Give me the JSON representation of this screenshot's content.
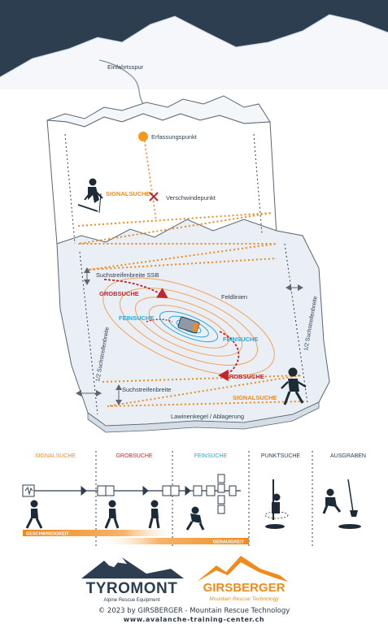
{
  "diagram": {
    "labels": {
      "entry_track": "Einfahrtsspur",
      "detection_point": "Erfassungspunkt",
      "signal_search_top": "SIGNALSUCHE",
      "vanish_point": "Verschwindepunkt",
      "search_strip_width_ssb": "Suchstreifenbreite  SSB",
      "coarse_search_left": "GROBSUCHE",
      "field_lines": "Feldlinien",
      "fine_search_left": "FEINSUCHE",
      "fine_search_right": "FEINSUCHE",
      "coarse_search_right": "GROBSUCHE",
      "half_strip_left": "1/2 Suchstreifenbreite",
      "half_strip_right": "1/2 Suchstreifenbreite",
      "strip_width": "Suchstreifenbreite",
      "signal_search_bottom": "SIGNALSUCHE",
      "avalanche_cone": "Lawinenkegel / Ablagerung"
    }
  },
  "phases": {
    "signal": "SIGNALSUCHE",
    "coarse": "GROBSUCHE",
    "fine": "FEINSUCHE",
    "point": "PUNKTSUCHE",
    "dig": "AUSGRABEN",
    "speed_label": "GESCHWINDIGKEIT",
    "accuracy_label": "GENAUIGKEIT"
  },
  "logos": {
    "tyromont_name": "TYROMONT",
    "tyromont_tagline": "Alpine Rescue Equipment",
    "girsberger_name": "GIRSBERGER",
    "girsberger_tagline": "Mountain Rescue Technology"
  },
  "footer": {
    "copyright": "© 2023 by GIRSBERGER - Mountain Rescue Technology",
    "url": "www.avalanche-training-center.ch"
  },
  "colors": {
    "dark_navy": "#2c3e50",
    "snow": "#eef2f6",
    "signal_orange": "#f08a1c",
    "coarse_red": "#c0272d",
    "fine_blue": "#2aa7d8"
  }
}
